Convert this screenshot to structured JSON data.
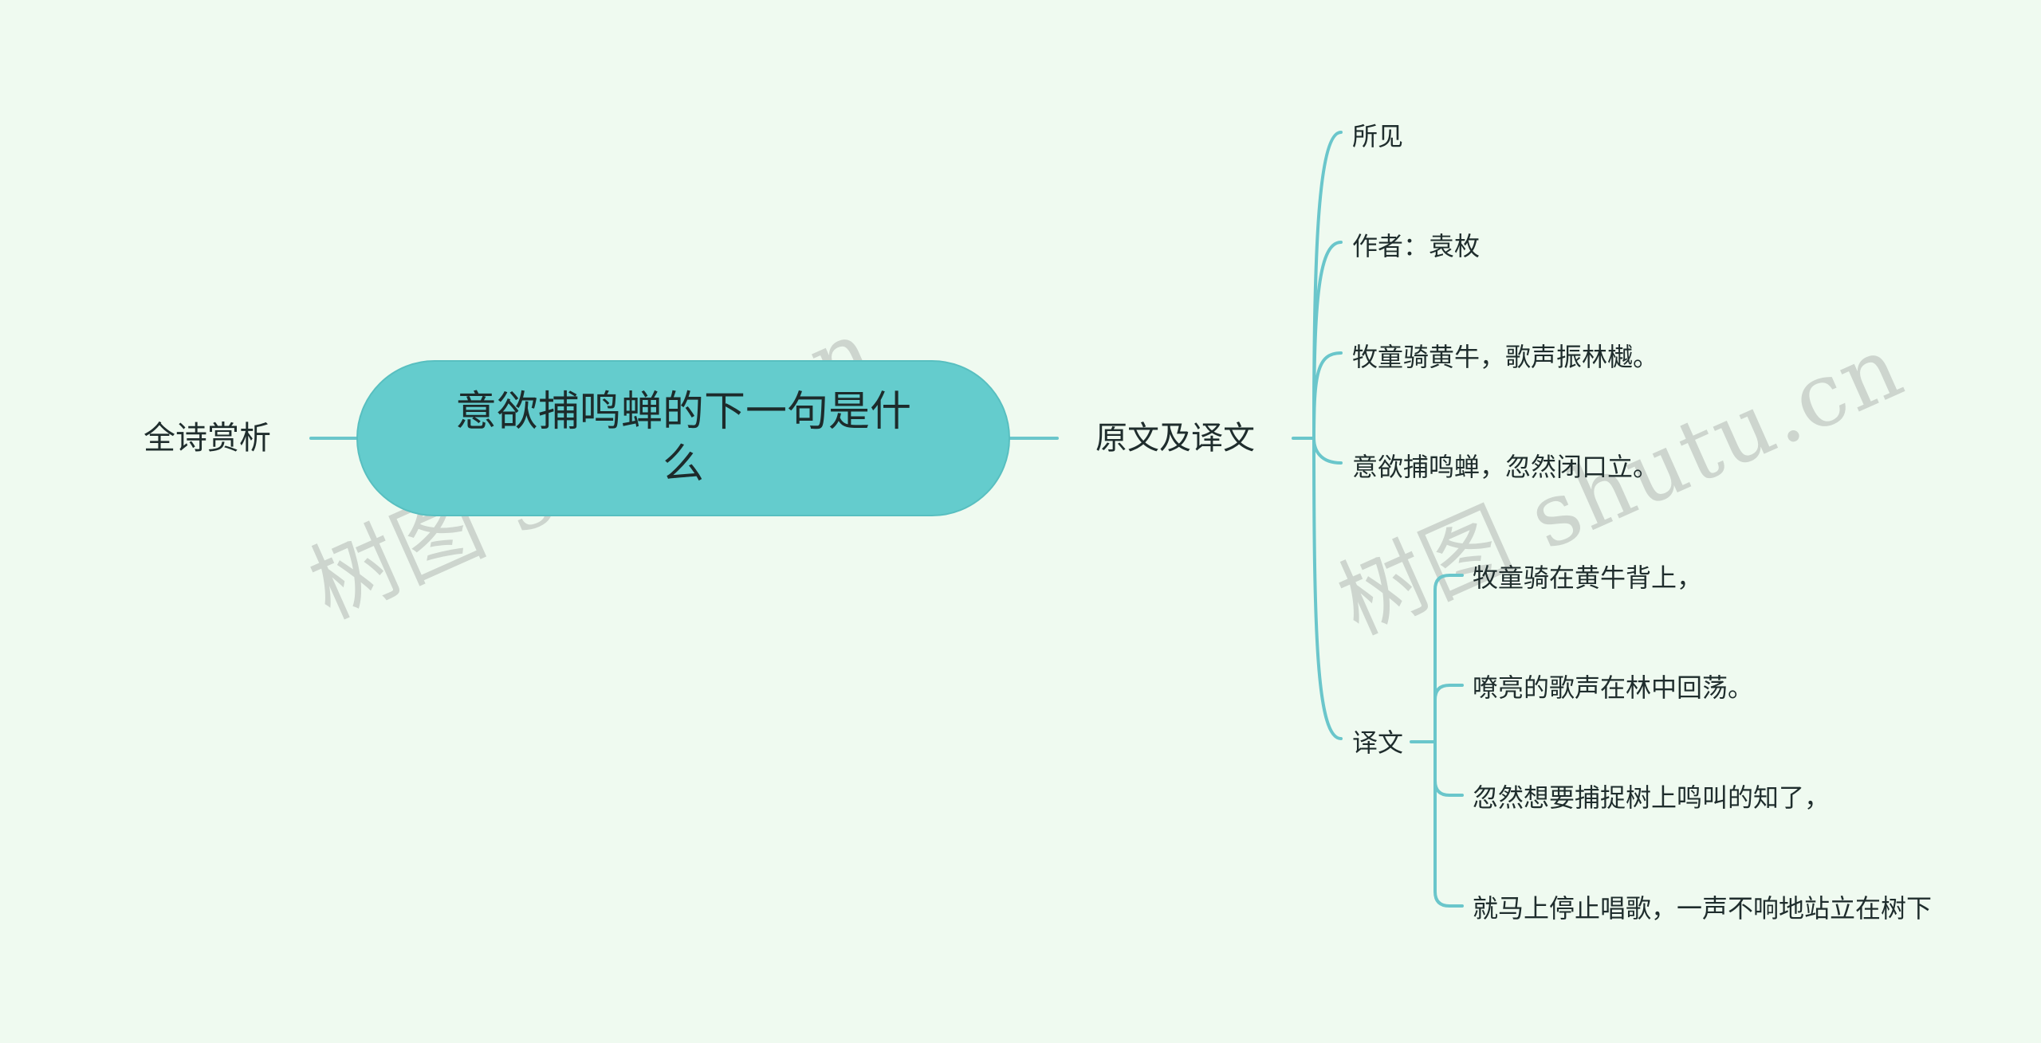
{
  "colors": {
    "background": "#effaf0",
    "root_fill": "#64cccd",
    "connector": "#6ac6cb",
    "text": "#1f2d2d",
    "watermark": "#9a9a9a"
  },
  "watermark": "树图 shutu.cn",
  "root": {
    "label": "意欲捕鸣蝉的下一句是什么"
  },
  "left_branch": {
    "label": "全诗赏析"
  },
  "right_branch": {
    "label": "原文及译文",
    "children": [
      {
        "label": "所见"
      },
      {
        "label": "作者：袁枚"
      },
      {
        "label": "牧童骑黄牛，歌声振林樾。"
      },
      {
        "label": "意欲捕鸣蝉，忽然闭口立。"
      },
      {
        "label": "译文",
        "children": [
          {
            "label": "牧童骑在黄牛背上，"
          },
          {
            "label": "嘹亮的歌声在林中回荡。"
          },
          {
            "label": "忽然想要捕捉树上鸣叫的知了，"
          },
          {
            "label": "就马上停止唱歌，一声不响地站立在树下"
          }
        ]
      }
    ]
  }
}
